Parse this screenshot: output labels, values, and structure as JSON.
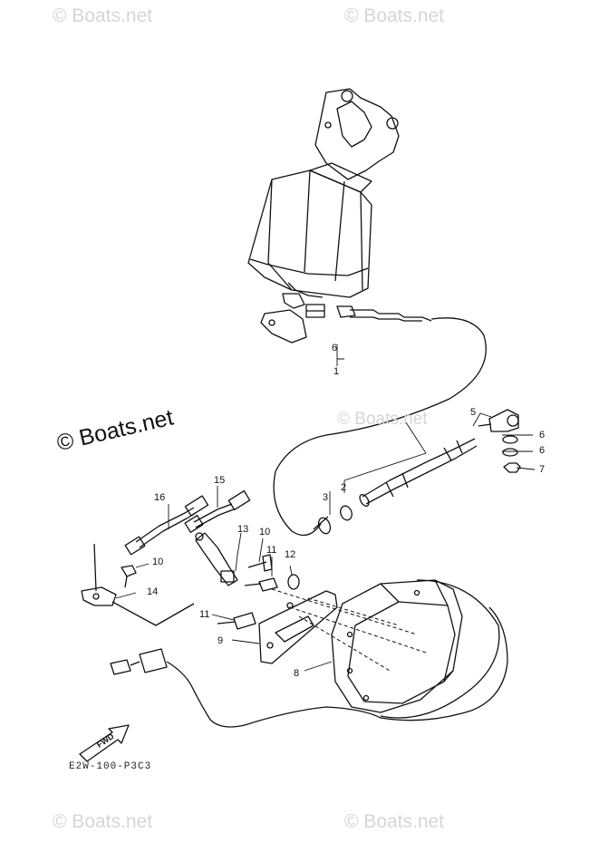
{
  "watermarks": {
    "top_left": "© Boats.net",
    "top_right": "© Boats.net",
    "bottom_left": "© Boats.net",
    "bottom_right": "© Boats.net",
    "center_faint": "© Boats.net",
    "large_dark": "© Boats.net"
  },
  "callouts": [
    "1",
    "2",
    "3",
    "4",
    "5",
    "6",
    "6",
    "7",
    "8",
    "9",
    "10",
    "10",
    "11",
    "11",
    "12",
    "13",
    "14",
    "15",
    "16"
  ],
  "fwd_label": "FWD",
  "diagram_code": "E2W-100-P3C3"
}
